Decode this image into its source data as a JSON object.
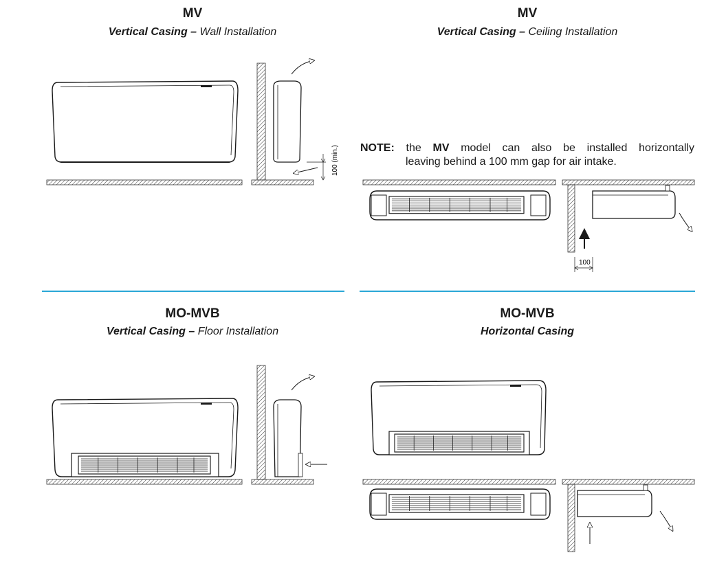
{
  "panels": [
    {
      "title": "MV",
      "sub_bold": "Vertical Casing – ",
      "sub_rest": "Wall Installation"
    },
    {
      "title": "MV",
      "sub_bold": "Vertical Casing – ",
      "sub_rest": "Ceiling Installation"
    },
    {
      "title": "MO-MVB",
      "sub_bold": "Vertical Casing – ",
      "sub_rest": "Floor Installation"
    },
    {
      "title": "MO-MVB",
      "sub_bold": "Horizontal Casing",
      "sub_rest": ""
    }
  ],
  "note": {
    "label": "NOTE:",
    "pre": " the ",
    "model": "MV",
    "line1_rest": " model can also be installed horizontally",
    "line2": "leaving behind a 100 mm gap for air intake."
  },
  "dimensions": {
    "wall_gap": "100 (min.)",
    "ceiling_gap": "100"
  },
  "colors": {
    "divider": "#2aa7d6",
    "line": "#1a1a1a"
  }
}
